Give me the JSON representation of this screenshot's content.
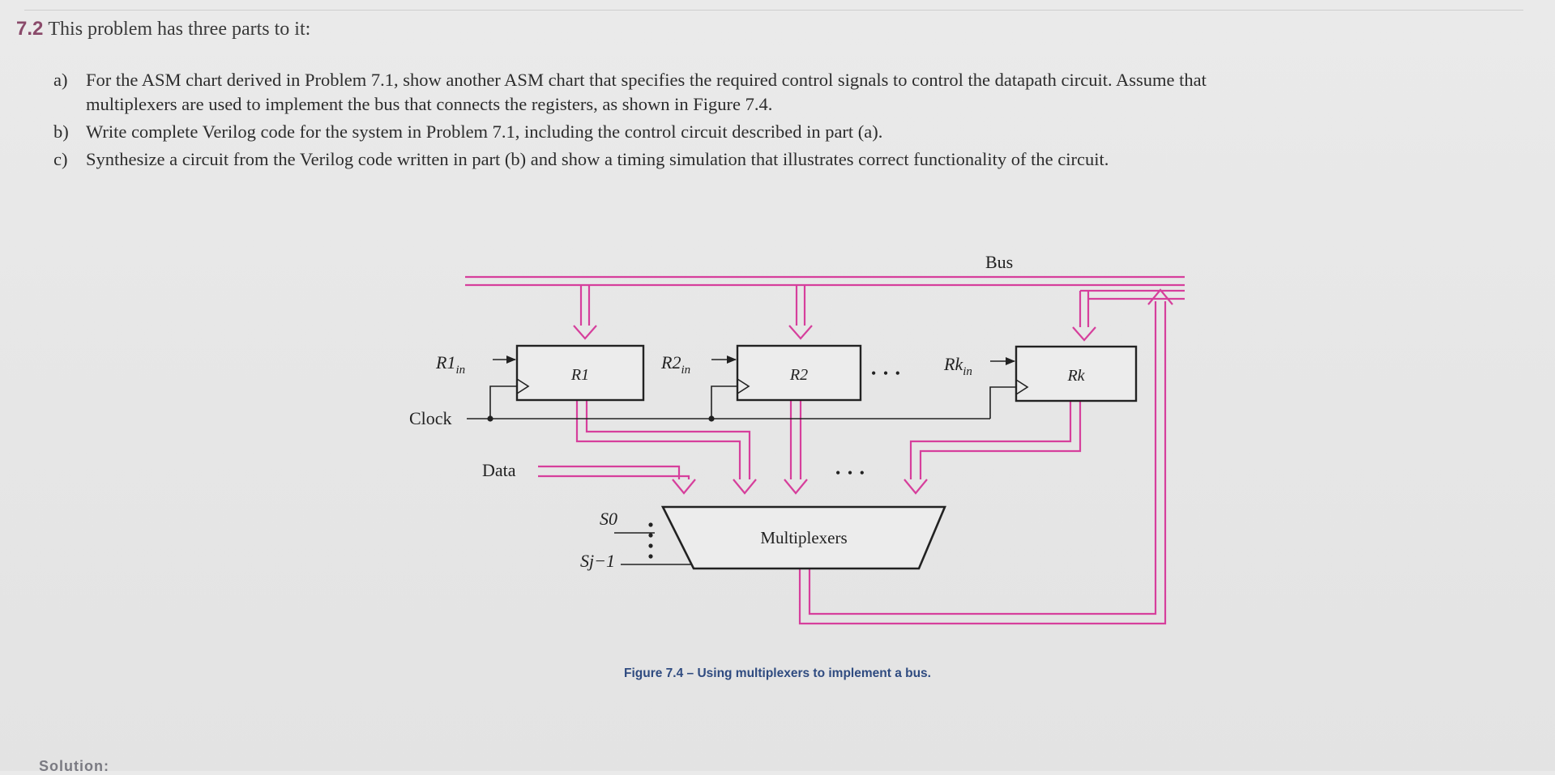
{
  "problem": {
    "number": "7.2",
    "intro": "This problem has three parts to it:",
    "parts": [
      {
        "label": "a)",
        "line1": "For the ASM chart derived in Problem 7.1, show another ASM chart that specifies the required control signals to control the datapath circuit. Assume that",
        "line2": "multiplexers are used to implement the bus that connects the registers, as shown in Figure 7.4."
      },
      {
        "label": "b)",
        "line1": "Write complete Verilog code for the system in Problem 7.1, including the control circuit described in part (a)."
      },
      {
        "label": "c)",
        "line1": "Synthesize a circuit from the Verilog code written in part (b) and show a timing simulation that illustrates correct functionality of the circuit."
      }
    ]
  },
  "figure": {
    "bus_label": "Bus",
    "registers": [
      "R1",
      "R2",
      "Rk"
    ],
    "enable_labels": [
      "R1",
      "R2",
      "Rk"
    ],
    "enable_subscript": "in",
    "clock_label": "Clock",
    "data_label": "Data",
    "select_labels": [
      "S0",
      "Sj−1"
    ],
    "mux_label": "Multiplexers",
    "ellipsis": "• • •",
    "caption": "Figure 7.4 – Using multiplexers to implement a bus.",
    "colors": {
      "bus": "#d63f9c",
      "wire": "#222222"
    }
  },
  "footer": {
    "cutoff_text": "Solution:"
  }
}
